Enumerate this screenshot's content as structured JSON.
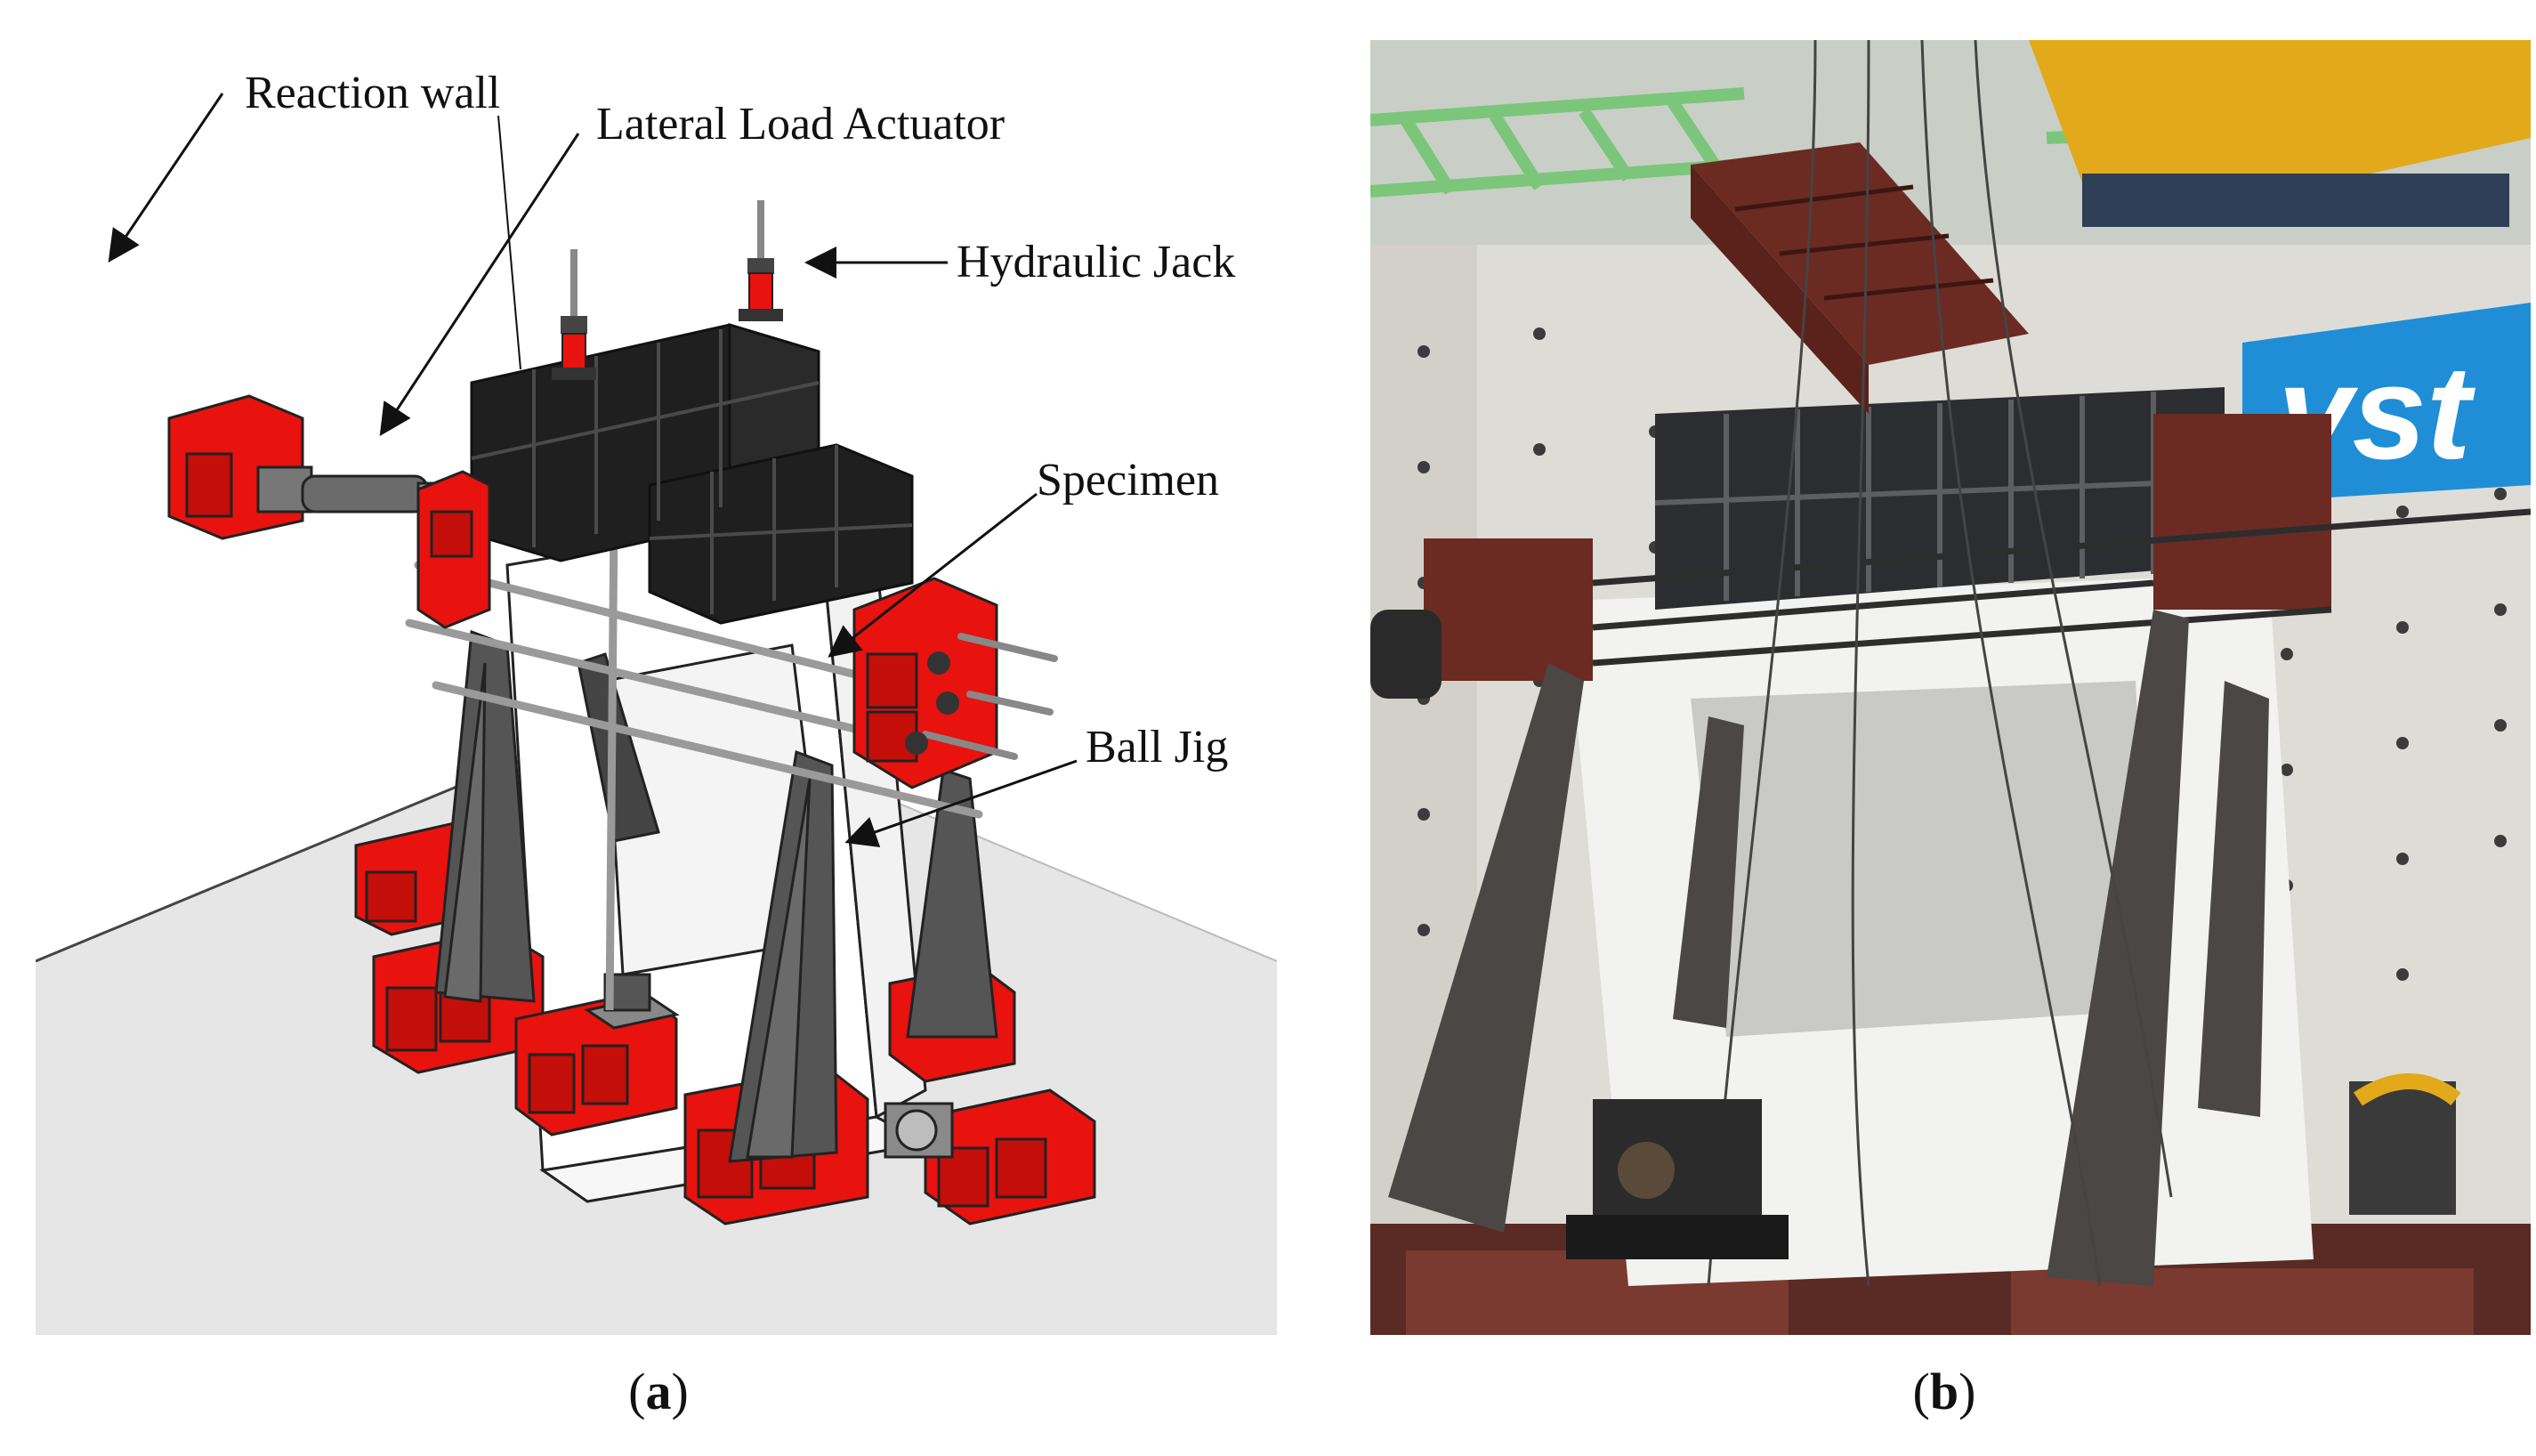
{
  "figure": {
    "panel_a": {
      "labels": {
        "reaction_wall": "Reaction wall",
        "lateral_load_actuator": "Lateral Load Actuator",
        "hydraulic_jack": "Hydraulic Jack",
        "specimen": "Specimen",
        "ball_jig": "Ball Jig"
      },
      "caption": {
        "open": "(",
        "letter": "a",
        "close": ")"
      }
    },
    "panel_b": {
      "caption": {
        "open": "(",
        "letter": "b",
        "close": ")"
      },
      "signage_text": "vst"
    }
  },
  "colors": {
    "steel_red": "#e8120e",
    "steel_black": "#1f1f1f",
    "column_gray": "#555555",
    "specimen_white": "#ffffff",
    "floor_gray": "#e6e6e6",
    "photo_wall": "#dedcd6",
    "photo_brown": "#6b2a22",
    "photo_sign_blue": "#1f8ed6",
    "photo_green": "#7bc67a",
    "photo_yellow": "#e2a91a"
  }
}
